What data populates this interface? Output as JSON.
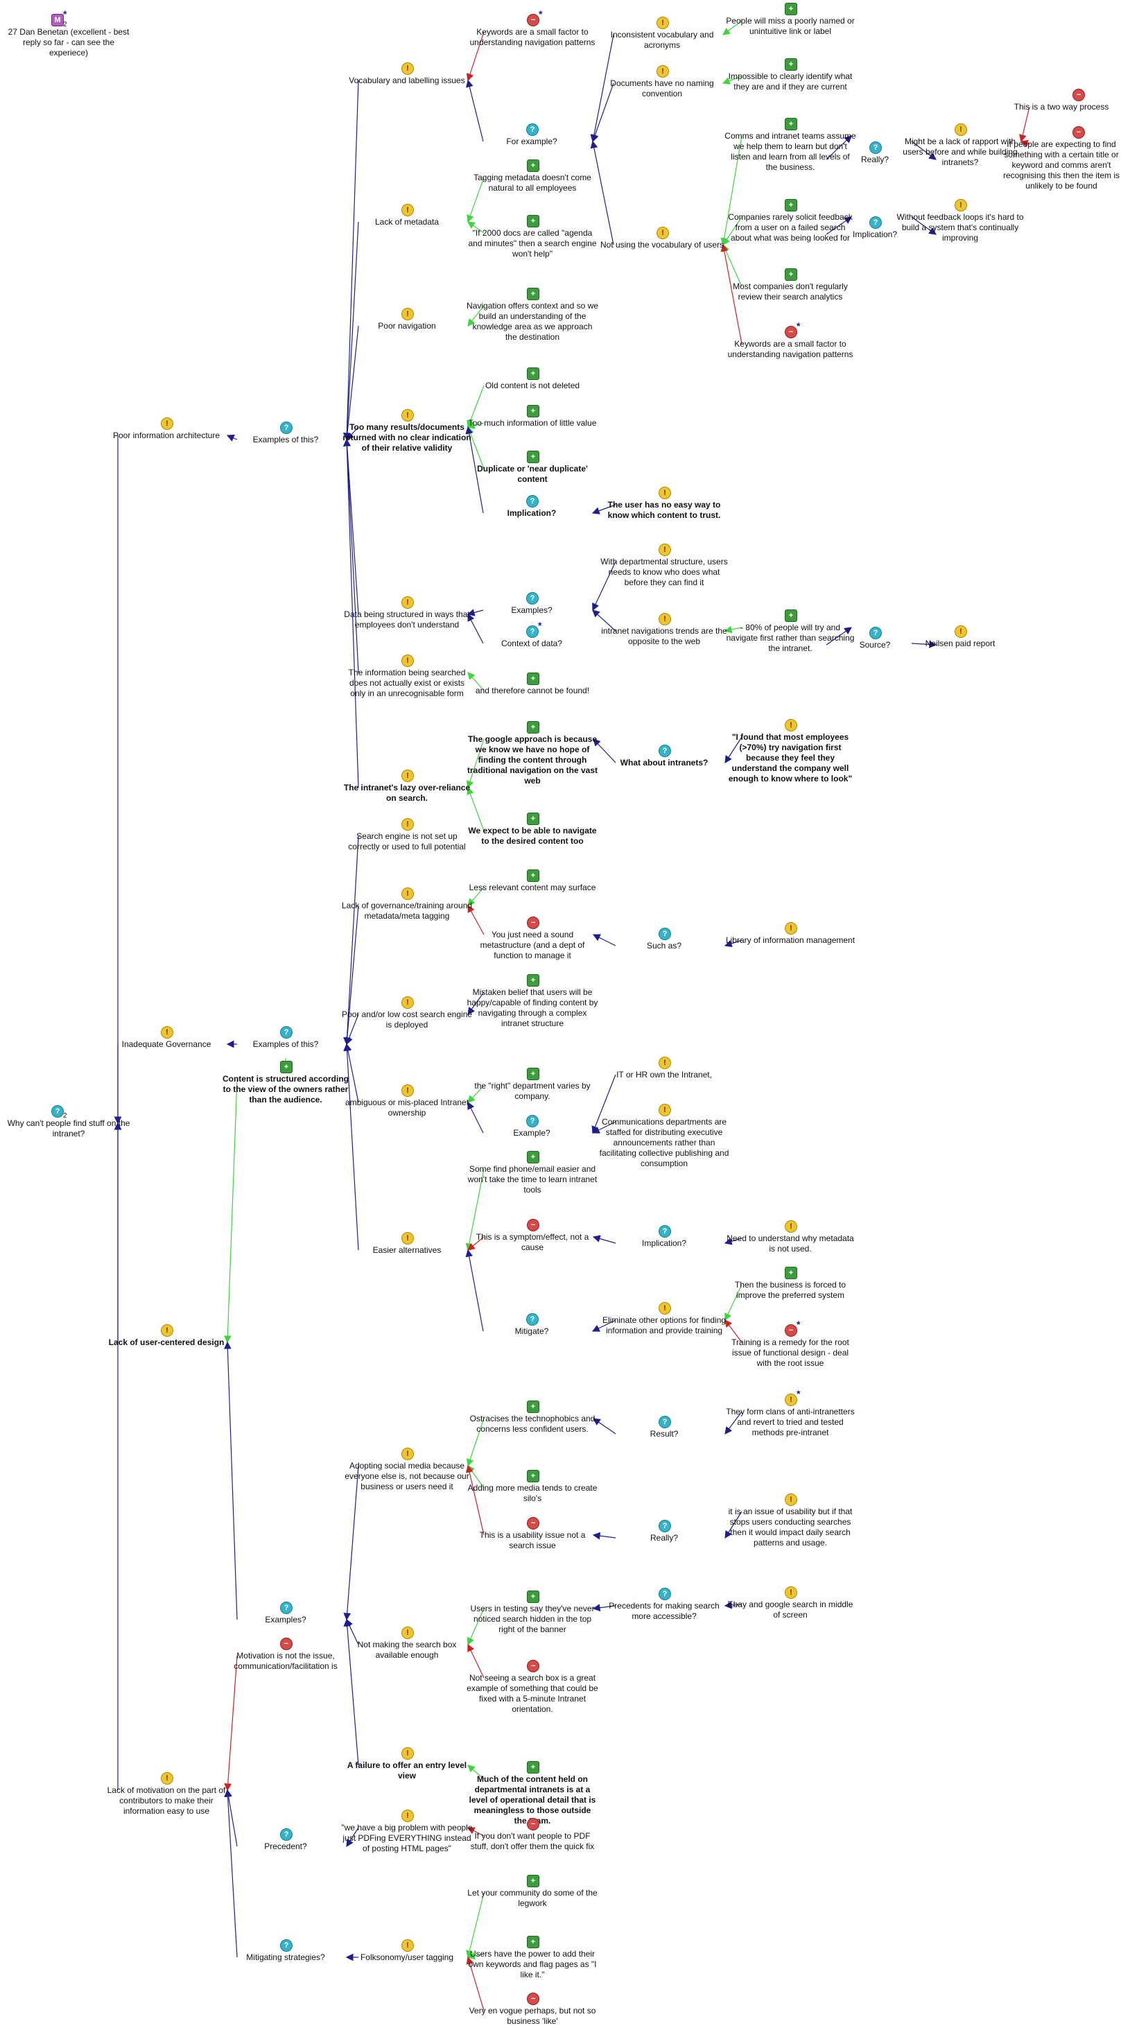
{
  "colors": {
    "question": "#1f1f8c",
    "pro": "#3fd43f",
    "con": "#cc2222"
  },
  "nodes": {
    "root": {
      "type": "question",
      "label": "Why can't people find stuff on the intranet?",
      "sub": "2"
    },
    "map27": {
      "type": "map",
      "label": "27 Dan Benetan (excellent - best reply so far - can see the experiece)",
      "sub": "2",
      "ast": "*"
    },
    "poor_ia": {
      "type": "idea",
      "label": "Poor information architecture"
    },
    "ex1": {
      "type": "question",
      "label": "Examples of this?"
    },
    "vocab": {
      "type": "idea",
      "label": "Vocabulary and labelling issues"
    },
    "kw_small_top": {
      "type": "con",
      "label": "Keywords are a small factor to understanding navigation patterns",
      "ast": "*"
    },
    "for_example": {
      "type": "question",
      "label": "For example?"
    },
    "inconsistent": {
      "type": "idea",
      "label": "Inconsistent vocabulary and acronyms"
    },
    "miss_link": {
      "type": "pro",
      "label": "People will miss a poorly named or unintuitive link or label"
    },
    "no_naming": {
      "type": "idea",
      "label": "Documents have no naming convention"
    },
    "impossible": {
      "type": "pro",
      "label": "Impossible to clearly identify what they are and if they are current"
    },
    "not_vocab": {
      "type": "idea",
      "label": "Not using the vocabulary of users"
    },
    "comms_assume": {
      "type": "pro",
      "label": "Comms and intranet teams assume we help them to learn but don't listen and learn from all levels of the business."
    },
    "really1": {
      "type": "question",
      "label": "Really?"
    },
    "rapport": {
      "type": "idea",
      "label": "Might be a lack of rapport with users before and while building intranets?"
    },
    "two_way": {
      "type": "con",
      "label": "This is a two way process"
    },
    "expecting": {
      "type": "con",
      "label": "If people are expecting to find something with a certain title or keyword and comms aren't recognising this then the item is unlikely to be found"
    },
    "solicit": {
      "type": "pro",
      "label": "Companies rarely solicit feedback from a user on a failed search about what was being looked for"
    },
    "impl1": {
      "type": "question",
      "label": "Implication?"
    },
    "feedback_loops": {
      "type": "idea",
      "label": "Without feedback loops it's hard to build a system that's continually improving"
    },
    "review_analytics": {
      "type": "pro",
      "label": "Most companies don't regularly review their search analytics"
    },
    "kw_small_mid": {
      "type": "con",
      "label": "Keywords are a small factor to understanding navigation patterns",
      "ast": "*"
    },
    "lack_meta": {
      "type": "idea",
      "label": "Lack of metadata"
    },
    "tagging_meta": {
      "type": "pro",
      "label": "Tagging metadata doesn't come natural to all employees"
    },
    "docs_agenda": {
      "type": "pro",
      "label": "\"If 2000 docs are called \"agenda and minutes\" then a search engine won't help\""
    },
    "poor_nav": {
      "type": "idea",
      "label": "Poor navigation"
    },
    "nav_context": {
      "type": "pro",
      "label": "Navigation offers context and so we build an understanding of the knowledge area as we approach the destination"
    },
    "too_many": {
      "type": "idea",
      "label": "Too many results/documents returned with no clear indication of their relative validity",
      "bold": true
    },
    "old_content": {
      "type": "pro",
      "label": "Old content is not deleted"
    },
    "too_much_info": {
      "type": "pro",
      "label": "Too much information of little value"
    },
    "duplicate": {
      "type": "pro",
      "label": "Duplicate or 'near duplicate' content",
      "bold": true
    },
    "impl2": {
      "type": "question",
      "label": "Implication?",
      "bold": true
    },
    "no_easy": {
      "type": "idea",
      "label": "The user has no easy way to know which content to trust.",
      "bold": true
    },
    "data_struct": {
      "type": "idea",
      "label": "Data being structured in ways that employees don't understand"
    },
    "ex2": {
      "type": "question",
      "label": "Examples?"
    },
    "dept_struct": {
      "type": "idea",
      "label": "With departmental structure, users needs to know who does what before they can find it"
    },
    "nav_trends": {
      "type": "idea",
      "label": "intranet navigations trends are the opposite to the web"
    },
    "eighty": {
      "type": "pro",
      "label": "- 80% of people will try and navigate first rather than searching the intranet."
    },
    "source": {
      "type": "question",
      "label": "Source?"
    },
    "nielsen": {
      "type": "idea",
      "label": "Neilsen paid report"
    },
    "context_data": {
      "type": "question",
      "label": "Context of data?",
      "ast": "*"
    },
    "not_exist": {
      "type": "idea",
      "label": "The information being searched does not actually exist or exists only in an unrecognisable form"
    },
    "cannot_found": {
      "type": "pro",
      "label": "and therefore cannot be found!"
    },
    "lazy": {
      "type": "idea",
      "label": "The intranet's lazy over-reliance on search.",
      "bold": true
    },
    "google": {
      "type": "pro",
      "label": "The google approach is because we know we have no hope of finding the content through traditional navigation on the vast web",
      "bold": true
    },
    "what_intranets": {
      "type": "question",
      "label": "What about intranets?",
      "bold": true
    },
    "found_most": {
      "type": "idea",
      "label": "\"I found that most employees (>70%) try navigation first because they feel they understand the company well enough to know where to look\"",
      "bold": true
    },
    "expect_nav": {
      "type": "pro",
      "label": "We expect to be able to navigate to the desired content too",
      "bold": true
    },
    "inadequate": {
      "type": "idea",
      "label": "Inadequate Governance"
    },
    "ex3": {
      "type": "question",
      "label": "Examples of this?"
    },
    "search_setup": {
      "type": "idea",
      "label": "Search engine is not set up correctly or used to full potential"
    },
    "lack_gov": {
      "type": "idea",
      "label": "Lack of governance/training around metadata/meta tagging"
    },
    "less_relevant": {
      "type": "pro",
      "label": "Less relevant content may surface"
    },
    "sound_meta": {
      "type": "con",
      "label": "You just need a sound metastructure (and a dept of function to manage it"
    },
    "such_as": {
      "type": "question",
      "label": "Such as?"
    },
    "library": {
      "type": "idea",
      "label": "Library of information management"
    },
    "low_cost": {
      "type": "idea",
      "label": "Poor and/or low cost search engine is deployed"
    },
    "mistaken": {
      "type": "pro",
      "label": "Mistaken belief that users will be happy/capable of finding content by navigating through a complex intranet structure"
    },
    "content_struct": {
      "type": "pro",
      "label": "Content is structured according to the view of the owners rather than the audience.",
      "bold": true
    },
    "ambiguous": {
      "type": "idea",
      "label": "ambiguous or mis-placed Intranet ownership"
    },
    "right_dept": {
      "type": "pro",
      "label": "the \"right\" department varies by company."
    },
    "ex4": {
      "type": "question",
      "label": "Example?"
    },
    "it_hr": {
      "type": "idea",
      "label": "IT or HR own the Intranet,"
    },
    "comms_depts": {
      "type": "idea",
      "label": "Communications departments are staffed for distributing executive announcements rather than facilitating collective publishing and consumption"
    },
    "easier_alt": {
      "type": "idea",
      "label": "Easier alternatives"
    },
    "phone_email": {
      "type": "pro",
      "label": "Some find phone/email easier and won't take the time to learn intranet tools"
    },
    "symptom": {
      "type": "con",
      "label": "This is a symptom/effect, not a cause"
    },
    "impl3": {
      "type": "question",
      "label": "Implication?"
    },
    "why_meta": {
      "type": "idea",
      "label": "Need to understand why metadata is not used."
    },
    "mitigate": {
      "type": "question",
      "label": "Mitigate?"
    },
    "eliminate": {
      "type": "idea",
      "label": "Eliminate other options for finding information and provide training"
    },
    "forced": {
      "type": "pro",
      "label": "Then the business is forced to improve the preferred system"
    },
    "training": {
      "type": "con",
      "label": "Training is a remedy for the root issue of functional design - deal with the root issue",
      "ast": "*"
    },
    "lack_ucd": {
      "type": "idea",
      "label": "Lack of user-centered design",
      "bold": true
    },
    "ex5": {
      "type": "question",
      "label": "Examples?"
    },
    "social_media": {
      "type": "idea",
      "label": "Adopting social media because everyone else is, not because our business or users need it"
    },
    "ostracises": {
      "type": "pro",
      "label": "Ostracises the technophobics and concerns less confident users."
    },
    "result": {
      "type": "question",
      "label": "Result?"
    },
    "clans": {
      "type": "idea",
      "label": "They form clans of anti-intranetters and revert to tried and tested methods pre-intranet",
      "ast": "*"
    },
    "more_media": {
      "type": "pro",
      "label": "Adding more media tends to create silo's"
    },
    "usability": {
      "type": "con",
      "label": "This is a usability issue not a search issue"
    },
    "really2": {
      "type": "question",
      "label": "Really?"
    },
    "issue_usability": {
      "type": "idea",
      "label": "it is an issue of usability but if that stops users conducting searches then it would impact daily search patterns and usage."
    },
    "not_box": {
      "type": "idea",
      "label": "Not making the search box available enough"
    },
    "users_testing": {
      "type": "pro",
      "label": "Users in testing say they've never noticed search hidden in the top right of the banner"
    },
    "precedents": {
      "type": "question",
      "label": "Precedents for making search more accessible?"
    },
    "ebay": {
      "type": "idea",
      "label": "Ebay and google search in middle of screen"
    },
    "not_seeing": {
      "type": "con",
      "label": "Not seeing a search box is a great example of something that could be fixed with a 5-minute Intranet orientation."
    },
    "motivation_not": {
      "type": "con",
      "label": "Motivation is not the issue, communication/facilitation is"
    },
    "failure_entry": {
      "type": "idea",
      "label": "A failure to offer an entry level view",
      "bold": true
    },
    "much_content": {
      "type": "pro",
      "label": "Much of the content held on departmental intranets is at a level of operational detail that is meaningless to those outside the team.",
      "bold": true
    },
    "lack_motivation": {
      "type": "idea",
      "label": "Lack of motivation on the part of contributors to make their information easy to use"
    },
    "precedent": {
      "type": "question",
      "label": "Precedent?"
    },
    "pdfing": {
      "type": "idea",
      "label": "\"we have a big problem with people just PDFing EVERYTHING instead of posting HTML pages\""
    },
    "dont_want_pdf": {
      "type": "con",
      "label": "If you don't want people to PDF stuff, don't offer them the quick fix"
    },
    "mitigating": {
      "type": "question",
      "label": "Mitigating strategies?"
    },
    "folksonomy": {
      "type": "idea",
      "label": "Folksonomy/user tagging"
    },
    "community": {
      "type": "pro",
      "label": "Let your community do some of the legwork"
    },
    "users_power": {
      "type": "pro",
      "label": "Users have the power to add their own keywords and flag pages as \"I like it.\""
    },
    "en_vogue": {
      "type": "con",
      "label": "Very en vogue perhaps, but not so business 'like'"
    }
  }
}
